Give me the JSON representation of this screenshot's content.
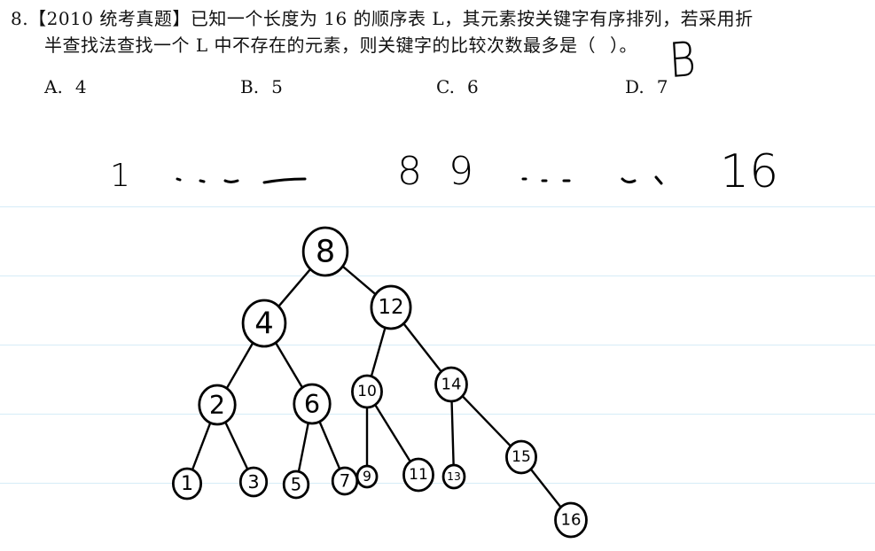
{
  "question": {
    "number": "8.",
    "source": "【2010 统考真题】",
    "text_line1": "已知一个长度为 16 的顺序表 L，其元素按关键字有序排列，若采用折",
    "text_line2": "半查找法查找一个 L 中不存在的元素，则关键字的比较次数最多是（",
    "text_line2_end": "）。",
    "options": [
      {
        "label": "A.",
        "value": "4"
      },
      {
        "label": "B.",
        "value": "5"
      },
      {
        "label": "C.",
        "value": "6"
      },
      {
        "label": "D.",
        "value": "7"
      }
    ],
    "handwritten_answer": "B"
  },
  "sequence": {
    "first": "1",
    "mid1": "8",
    "mid2": "9",
    "last": "16"
  },
  "tree": {
    "nodes": [
      {
        "id": "n8",
        "label": "8"
      },
      {
        "id": "n4",
        "label": "4"
      },
      {
        "id": "n12",
        "label": "12"
      },
      {
        "id": "n2",
        "label": "2"
      },
      {
        "id": "n6",
        "label": "6"
      },
      {
        "id": "n10",
        "label": "10"
      },
      {
        "id": "n14",
        "label": "14"
      },
      {
        "id": "n1",
        "label": "1"
      },
      {
        "id": "n3",
        "label": "3"
      },
      {
        "id": "n5",
        "label": "5"
      },
      {
        "id": "n7",
        "label": "7"
      },
      {
        "id": "n9",
        "label": "9"
      },
      {
        "id": "n11",
        "label": "11"
      },
      {
        "id": "n13",
        "label": "13"
      },
      {
        "id": "n15",
        "label": "15"
      },
      {
        "id": "n16",
        "label": "16"
      }
    ],
    "edges": [
      [
        "n8",
        "n4"
      ],
      [
        "n8",
        "n12"
      ],
      [
        "n4",
        "n2"
      ],
      [
        "n4",
        "n6"
      ],
      [
        "n12",
        "n10"
      ],
      [
        "n12",
        "n14"
      ],
      [
        "n2",
        "n1"
      ],
      [
        "n2",
        "n3"
      ],
      [
        "n6",
        "n5"
      ],
      [
        "n6",
        "n7"
      ],
      [
        "n10",
        "n9"
      ],
      [
        "n10",
        "n11"
      ],
      [
        "n14",
        "n13"
      ],
      [
        "n14",
        "n15"
      ],
      [
        "n15",
        "n16"
      ]
    ]
  }
}
